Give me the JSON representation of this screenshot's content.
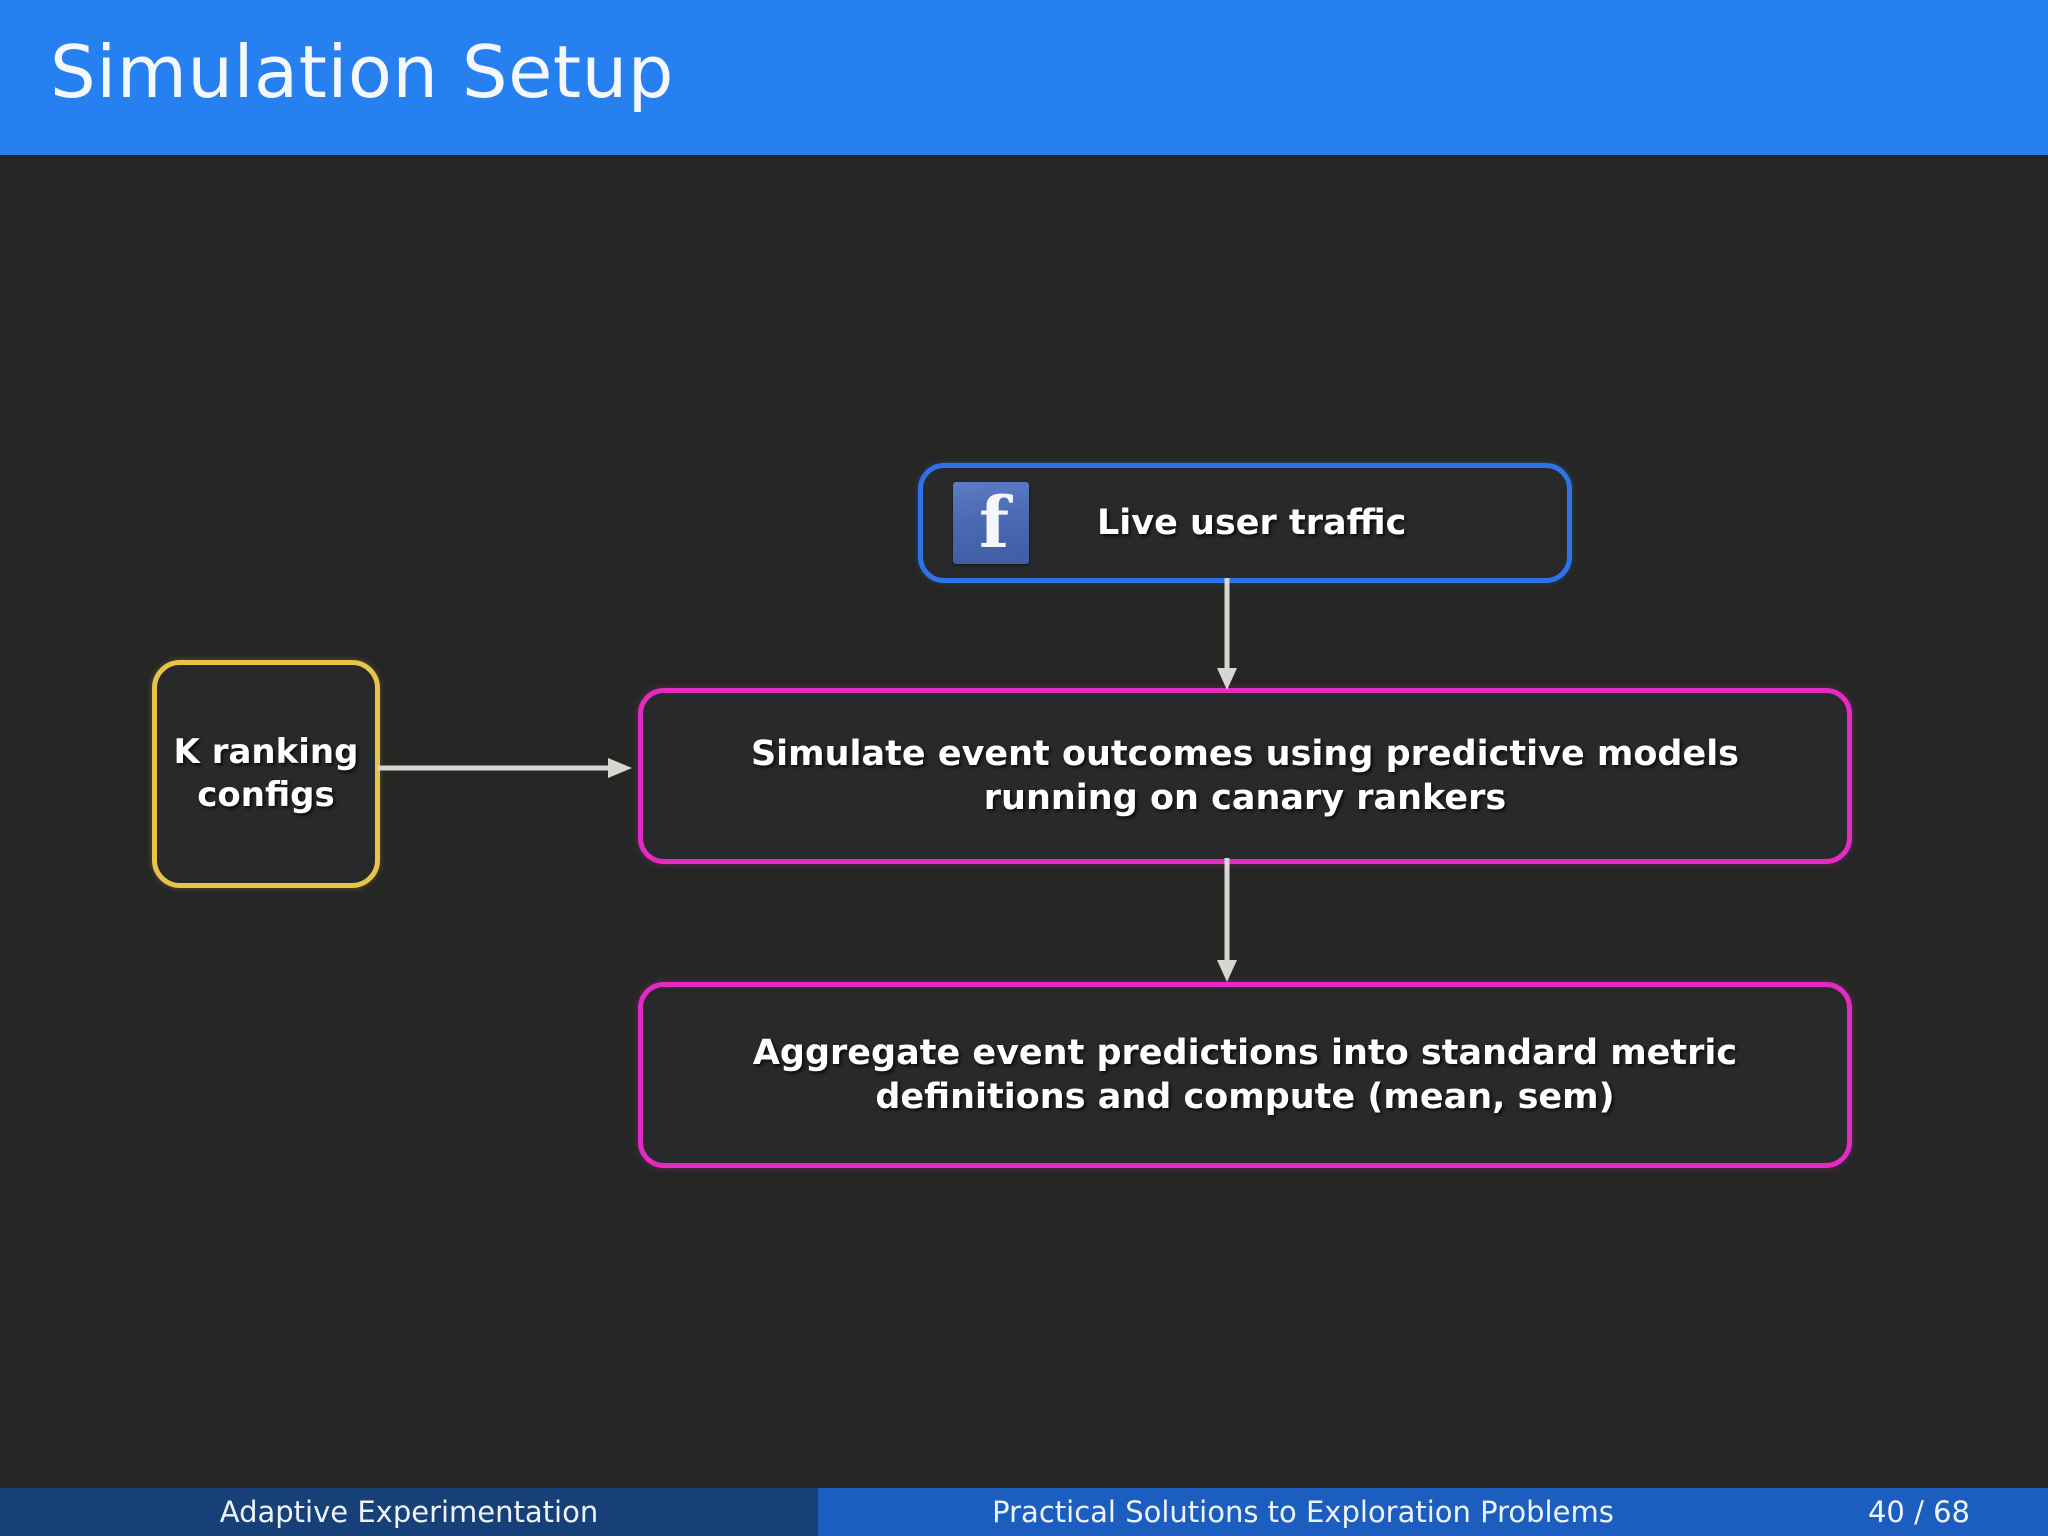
{
  "slide": {
    "title": "Simulation Setup"
  },
  "diagram": {
    "nodes": [
      {
        "id": "live-user-traffic",
        "label": "Live user traffic",
        "icon": "facebook-icon",
        "icon_glyph": "f",
        "border_color": "#2f72e8"
      },
      {
        "id": "k-ranking-configs",
        "label": "K ranking configs",
        "border_color": "#e8c44a"
      },
      {
        "id": "simulate-event-outcomes",
        "label": "Simulate event outcomes using predictive models running on canary rankers",
        "border_color": "#e32bc4"
      },
      {
        "id": "aggregate-event-predictions",
        "label": "Aggregate event predictions into standard metric definitions and compute (mean, sem)",
        "border_color": "#e32bc4"
      }
    ],
    "edges": [
      {
        "from": "live-user-traffic",
        "to": "simulate-event-outcomes",
        "direction": "down",
        "color": "#d7d7d2"
      },
      {
        "from": "k-ranking-configs",
        "to": "simulate-event-outcomes",
        "direction": "right",
        "color": "#d7d7d2"
      },
      {
        "from": "simulate-event-outcomes",
        "to": "aggregate-event-predictions",
        "direction": "down",
        "color": "#d7d7d2"
      }
    ]
  },
  "footer": {
    "author": "Adaptive Experimentation",
    "talk_title": "Practical Solutions to Exploration Problems",
    "page": "40 / 68"
  },
  "colors": {
    "background": "#262725",
    "title_bar": "#2680F0",
    "footer_left": "#164077",
    "footer_right": "#1b5ec0",
    "accent_magenta": "#e32bc4",
    "accent_yellow": "#e8c44a",
    "accent_blue": "#2f72e8"
  }
}
